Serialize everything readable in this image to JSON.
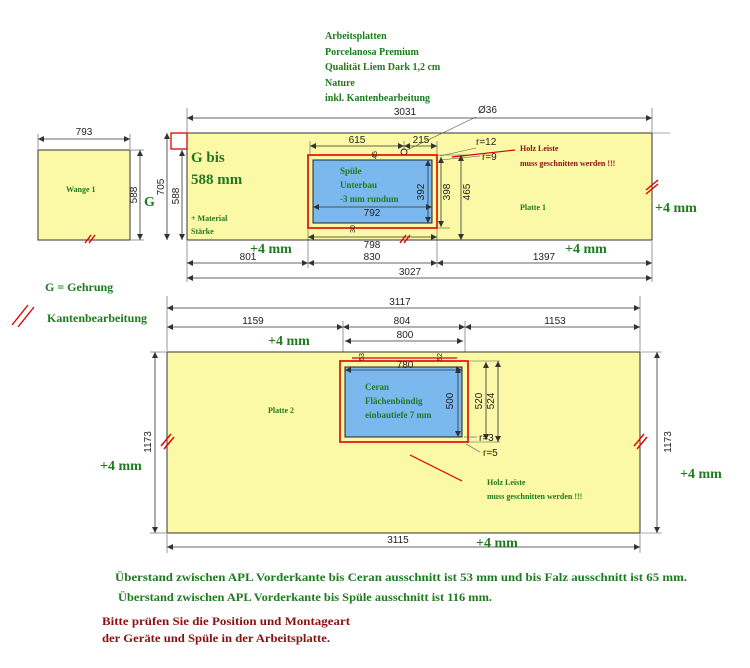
{
  "header": {
    "line1": "Arbeitsplatten",
    "line2": "Porcelanosa Premium",
    "line3": "Qualität Liem Dark 1,2 cm",
    "line4": "Nature",
    "line5": "inkl. Kantenbearbeitung"
  },
  "wange": {
    "label": "Wange 1",
    "dim_width": "793",
    "dim_height": "588",
    "edge_mark": "G"
  },
  "platte1": {
    "label": "Platte 1",
    "dim_total_top": "3031",
    "dim_height_outer": "705",
    "dim_height_inner": "588",
    "miter_note_line1": "G bis",
    "miter_note_line2": "588 mm",
    "material_note_line1": "+ Material",
    "material_note_line2": "Stärke",
    "dim_sink_offset": "615",
    "dim_hole_offset": "215",
    "hole_diameter": "Ø36",
    "radius_outer": "r=12",
    "radius_inner": "r=9",
    "wood_note_line1": "Holz Leiste",
    "wood_note_line2": "muss geschnitten werden !!!",
    "sink_label_line1": "Spüle",
    "sink_label_line2": "Unterbau",
    "sink_label_line3": "-3 mm rundum",
    "dim_sink_width_inner": "792",
    "dim_sink_width_outer": "798",
    "dim_sink_height_inner": "392",
    "dim_sink_height_outer": "398",
    "dim_sink_depth_total": "465",
    "dim_sink_gap_top": "45",
    "dim_sink_gap_bottom": "30",
    "overhang_right": "+4 mm",
    "overhang_bottom_left": "+4 mm",
    "overhang_bottom_right": "+4 mm",
    "dim_bottom_left": "801",
    "dim_bottom_middle": "830",
    "dim_bottom_right": "1397",
    "dim_total_bottom": "3027"
  },
  "legend": {
    "miter": "G = Gehrung",
    "edge_finish": "Kantenbearbeitung"
  },
  "platte2": {
    "label": "Platte 2",
    "dim_total_top": "3117",
    "dim_top_left": "1159",
    "dim_top_middle": "804",
    "dim_top_right": "1153",
    "dim_cutout_outer": "800",
    "dim_cutout_inner": "780",
    "dim_gap_left": "53",
    "dim_gap_right": "52",
    "cooktop_label_line1": "Ceran",
    "cooktop_label_line2": "Flächenbündig",
    "cooktop_label_line3": "einbautiefe 7 mm",
    "dim_cutout_height_inner": "500",
    "dim_cutout_height_mid": "520",
    "dim_cutout_height_outer": "524",
    "radius_inner": "r=3",
    "radius_outer": "r=5",
    "dim_height_left": "1173",
    "dim_height_right": "1173",
    "overhang_top": "+4 mm",
    "overhang_left": "+4 mm",
    "overhang_right": "+4 mm",
    "overhang_bottom": "+4 mm",
    "wood_note_line1": "Holz Leiste",
    "wood_note_line2": "muss geschnitten werden !!!",
    "dim_total_bottom": "3115"
  },
  "footer": {
    "note1": "Überstand zwischen APL Vorderkante bis Ceran ausschnitt ist 53 mm und bis Falz ausschnitt ist 65 mm.",
    "note2": "Überstand zwischen APL Vorderkante bis Spüle ausschnitt ist 116 mm.",
    "warning1": "Bitte prüfen Sie die Position und Montageart",
    "warning2": "der Geräte und Spüle in der Arbeitsplatte."
  },
  "colors": {
    "plate": "#fbf8a6",
    "green_text": "#1f7a1f",
    "red_marks": "#e00000",
    "sink": "#7ab8ee",
    "warning_text": "#8b1010"
  }
}
